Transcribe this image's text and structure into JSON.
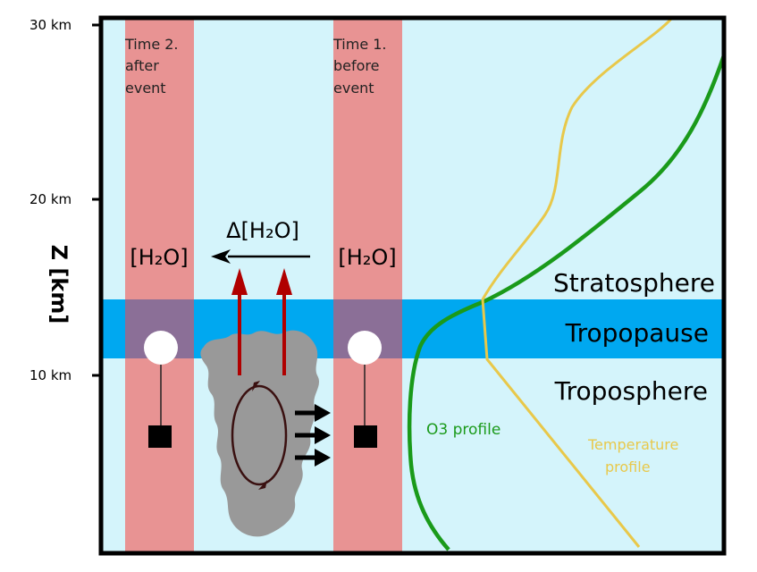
{
  "axis": {
    "label": "Z [km]",
    "ticks": [
      {
        "label": "30 km",
        "km": 30
      },
      {
        "label": "20 km",
        "km": 20
      },
      {
        "label": "10 km",
        "km": 10
      }
    ]
  },
  "columns": {
    "time2": {
      "line1": "Time 2.",
      "line2": "after",
      "line3": "event",
      "h2o_label": "[H₂O]"
    },
    "time1": {
      "line1": "Time 1.",
      "line2": "before",
      "line3": "event",
      "h2o_label": "[H₂O]"
    }
  },
  "delta_label": "Δ[H₂O]",
  "layers": {
    "stratosphere": "Stratosphere",
    "tropopause": "Tropopause",
    "troposphere": "Troposphere"
  },
  "profiles": {
    "o3": "O3 profile",
    "temperature_line1": "Temperature",
    "temperature_line2": "profile"
  },
  "colors": {
    "sky": "#d4f4fb",
    "tropopause": "#00a8f0",
    "column": "#e89393",
    "column_overlap": "#8b6f97",
    "cloud": "#999999",
    "o3": "#1a9a1a",
    "temperature": "#e8c84a",
    "updraft_arrow": "#b00000"
  }
}
